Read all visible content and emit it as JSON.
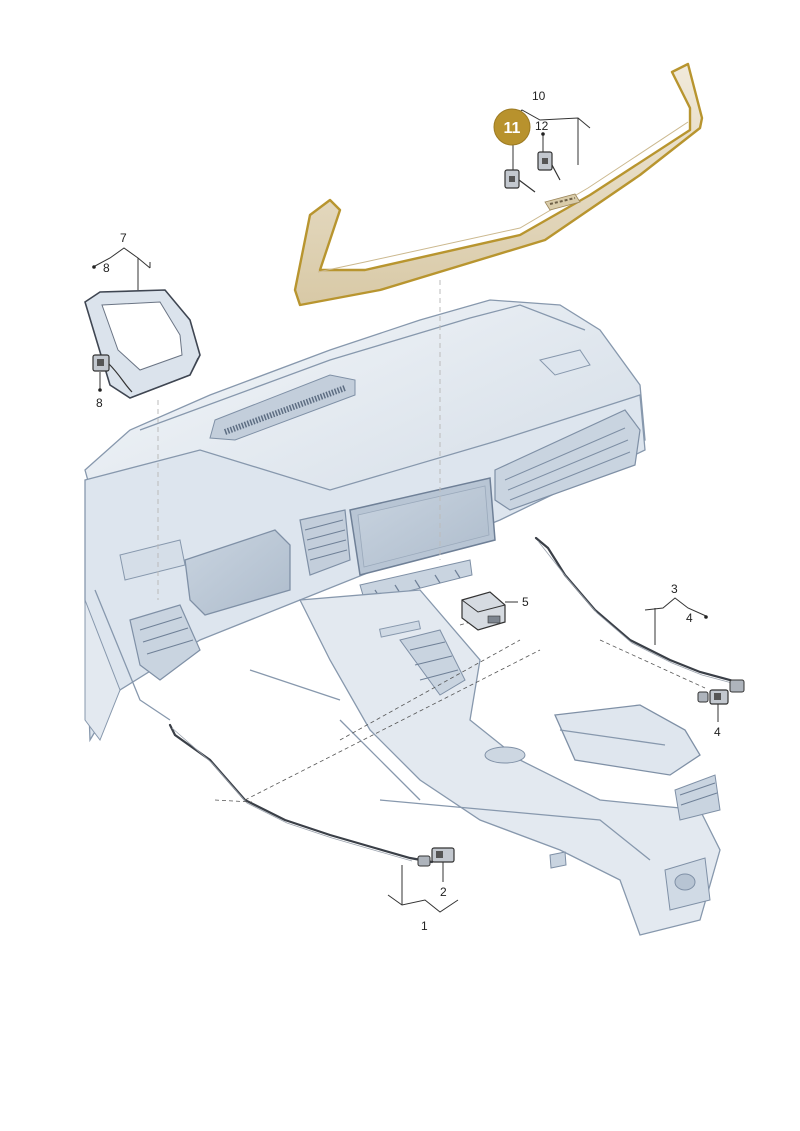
{
  "colors": {
    "background": "#ffffff",
    "dashboard_fill": "#e6ecf2",
    "dashboard_shade": "#b9c6d4",
    "highlight_part": "#e9dfc6",
    "highlight_outline": "#b8952f",
    "badge": "#b8922d",
    "ink": "#222222"
  },
  "callouts": {
    "c1": "1",
    "c2": "2",
    "c3": "3",
    "c4a": "4",
    "c4b": "4",
    "c5": "5",
    "c7": "7",
    "c8a": "8",
    "c8b": "8",
    "c10": "10",
    "c11": "11",
    "c12": "12"
  },
  "icons": {
    "connector": "connector-icon",
    "badge": "highlight-badge"
  }
}
